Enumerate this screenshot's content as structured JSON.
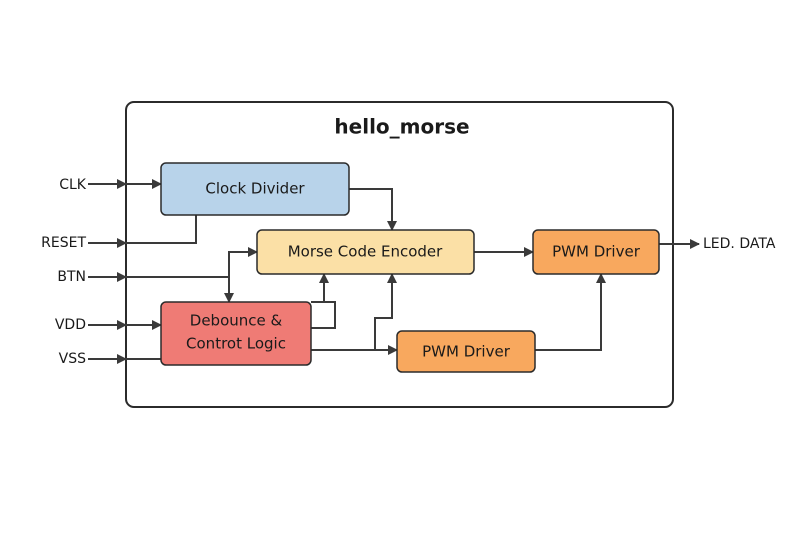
{
  "title": "hello_morse",
  "colors": {
    "clock_divider": "#b8d3ea",
    "morse_encoder": "#fbe0a6",
    "debounce": "#ef7b75",
    "pwm": "#f8a85e",
    "wire": "#3a3a3a"
  },
  "inputs": [
    {
      "label": "CLK"
    },
    {
      "label": "RESET"
    },
    {
      "label": "BTN"
    },
    {
      "label": "VDD"
    },
    {
      "label": "VSS"
    }
  ],
  "outputs": [
    {
      "label": "LED. DATA"
    }
  ],
  "blocks": {
    "clock_divider": {
      "label": "Clock Divider"
    },
    "morse_encoder": {
      "label": "Morse Code Encoder"
    },
    "debounce": {
      "line1": "Debounce &",
      "line2": "Controt Logic"
    },
    "pwm_top": {
      "label": "PWM Driver"
    },
    "pwm_bottom": {
      "label": "PWM Driver"
    }
  }
}
